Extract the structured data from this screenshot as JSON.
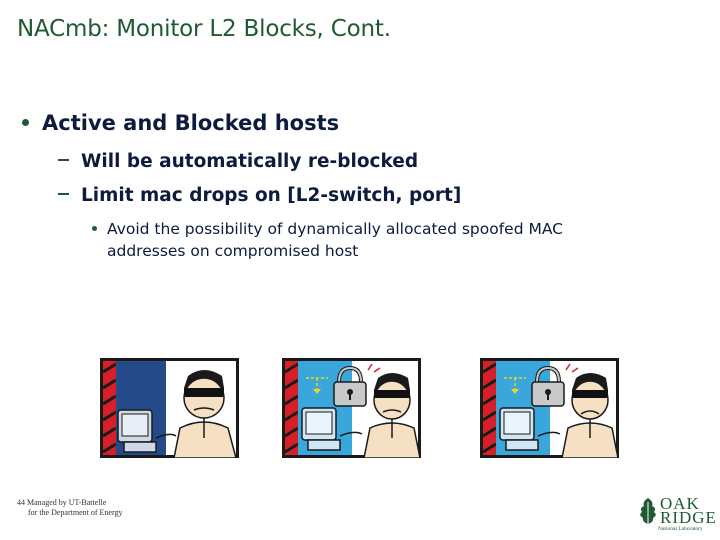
{
  "slide": {
    "title": "NACmb: Monitor L2 Blocks, Cont.",
    "bullets": {
      "level1": "Active and Blocked hosts",
      "level2": [
        "Will be automatically re-blocked",
        "Limit mac drops on [L2-switch, port]"
      ],
      "level3": "Avoid the possibility of dynamically allocated spoofed MAC addresses on compromised host"
    },
    "images": [
      {
        "name": "active-host-clipart",
        "lock": false
      },
      {
        "name": "blocked-host-clipart",
        "lock": true
      },
      {
        "name": "reblocked-host-clipart",
        "lock": true
      }
    ],
    "footer": {
      "page_number": "44",
      "line1": "Managed by UT-Battelle",
      "line2": "for the Department of Energy"
    },
    "logo": {
      "line1": "OAK",
      "line2": "RIDGE",
      "line3": "National Laboratory"
    },
    "colors": {
      "title": "#1f5a32",
      "body_text": "#0d1b3e",
      "bullet": "#1f5a32"
    }
  }
}
